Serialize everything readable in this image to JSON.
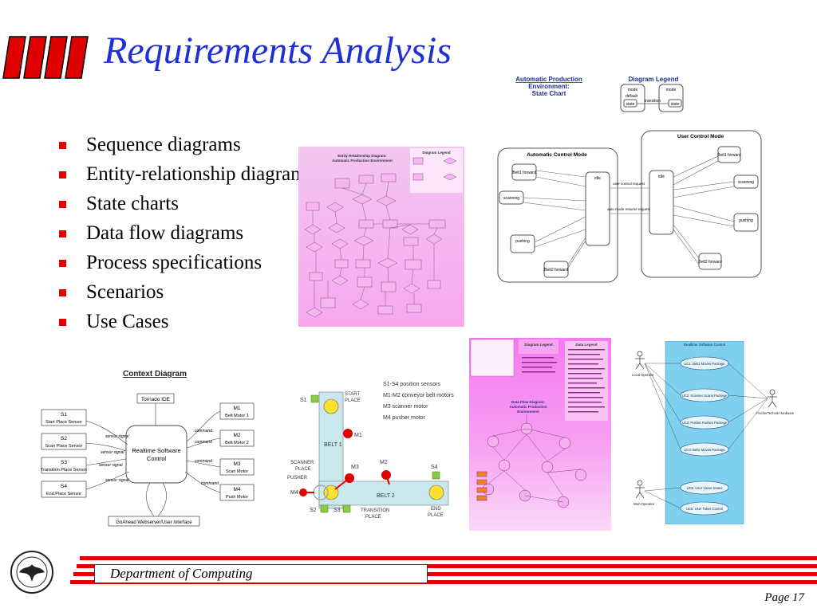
{
  "slide": {
    "title": "Requirements Analysis",
    "bullets": [
      "Sequence diagrams",
      "Entity-relationship diagram",
      "State charts",
      "Data flow diagrams",
      "Process specifications",
      "Scenarios",
      "Use Cases"
    ],
    "footer": {
      "department": "Department of Computing",
      "page": "Page 17"
    }
  },
  "colors": {
    "accent_red": "#e00000",
    "title_blue": "#1f2fd6",
    "footer_red": "#e00000"
  },
  "state_chart": {
    "title_line1": "Automatic Production",
    "title_line2": "Environment:",
    "title_line3": "State Chart",
    "legend_title": "Diagram Legend",
    "legend_mode": "mode",
    "legend_default": "default",
    "legend_state": "state",
    "legend_transition": "transition",
    "auto_mode": "Automatic Control Mode",
    "user_mode": "User Control Mode",
    "idle": "idle",
    "belt1_forward": "Belt1 forward",
    "belt2_forward": "Belt2 forward",
    "scanning": "scanning",
    "pushing": "pushing",
    "user_control_request": "user control request",
    "auto_mode_resume": "auto mode resume request"
  },
  "er_diagram": {
    "title_line1": "Entity Relationship Diagram:",
    "title_line2": "Automatic Production Environment",
    "legend_title": "Diagram Legend"
  },
  "context_diagram": {
    "title": "Context Diagram",
    "tornado": "Tornado IDE",
    "center_line1": "Realtime Software",
    "center_line2": "Control",
    "goahead": "GoAhead Webserver/User Interface",
    "sensors": [
      {
        "id": "S1",
        "label": "Start Place Sensor"
      },
      {
        "id": "S2",
        "label": "Scan Place Sensor"
      },
      {
        "id": "S3",
        "label": "Transition Place Sensor"
      },
      {
        "id": "S4",
        "label": "End Place Sensor"
      }
    ],
    "motors": [
      {
        "id": "M1",
        "label": "Belt Motor 1"
      },
      {
        "id": "M2",
        "label": "Belt Motor 2"
      },
      {
        "id": "M3",
        "label": "Scan Motor"
      },
      {
        "id": "M4",
        "label": "Push Motor"
      }
    ],
    "sensor_signal": "sensor signal",
    "command": "command"
  },
  "belt_diagram": {
    "legend": [
      "S1-S4 position sensors",
      "M1-M2 conveyor belt motors",
      "M3 scanner motor",
      "M4 pusher motor"
    ],
    "start_place": [
      "START",
      "PLACE"
    ],
    "scanner_place": [
      "SCANNER",
      "PLACE"
    ],
    "pusher": "PUSHER",
    "transition_place": [
      "TRANSITION",
      "PLACE"
    ],
    "end_place": [
      "END",
      "PLACE"
    ],
    "belt1": "BELT 1",
    "belt2": "BELT 2",
    "s1": "S1",
    "s2": "S2",
    "s3": "S3",
    "s4": "S4",
    "m1": "M1",
    "m2": "M2",
    "m3": "M3",
    "m4": "M4"
  },
  "dfd": {
    "legend_title": "Diagram Legend",
    "data_legend": "Data Legend",
    "title_line1": "Data Flow Diagram:",
    "title_line2": "Automatic Production",
    "title_line3": "Environment"
  },
  "use_case": {
    "title": "Realtime Software Control",
    "cases": [
      "UC1: Belt1 Moves Package",
      "UC2: Scanner Scans Package",
      "UC3: Pusher Pushes Package",
      "UC4: Belt2 Moves Package",
      "UC5: User Views Status",
      "UC6: User Takes Control"
    ],
    "actors": [
      "Local Operator",
      "FischerTechnik Hardware",
      "Web Operator"
    ]
  }
}
